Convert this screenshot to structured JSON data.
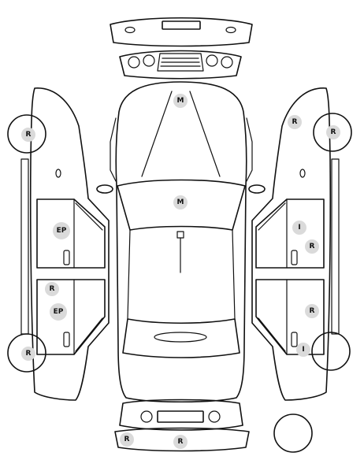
{
  "badge_color": "#dadada",
  "line_color": "#111111",
  "icons": {
    "front-bumper": "front-bumper-icon",
    "headlights": "headlights-icon",
    "car-body": "car-top-view-icon",
    "left-side": "left-side-view-icon",
    "right-side": "right-side-view-icon",
    "rear-bumper": "rear-bumper-icon",
    "spare-wheel": "spare-wheel-icon"
  },
  "badges": {
    "hood": "M",
    "windshield": "M",
    "left_front_wheel": "R",
    "left_front_door": "EP",
    "left_rear_top": "R",
    "left_rear_door": "EP",
    "left_rear_wheel": "R",
    "right_fender": "R",
    "right_front_wheel": "R",
    "right_front_door_i": "I",
    "right_front_door_r": "R",
    "right_rear_door": "R",
    "right_rear_wheel": "I",
    "rear_bumper_left": "R",
    "rear_bumper_right": "R"
  }
}
